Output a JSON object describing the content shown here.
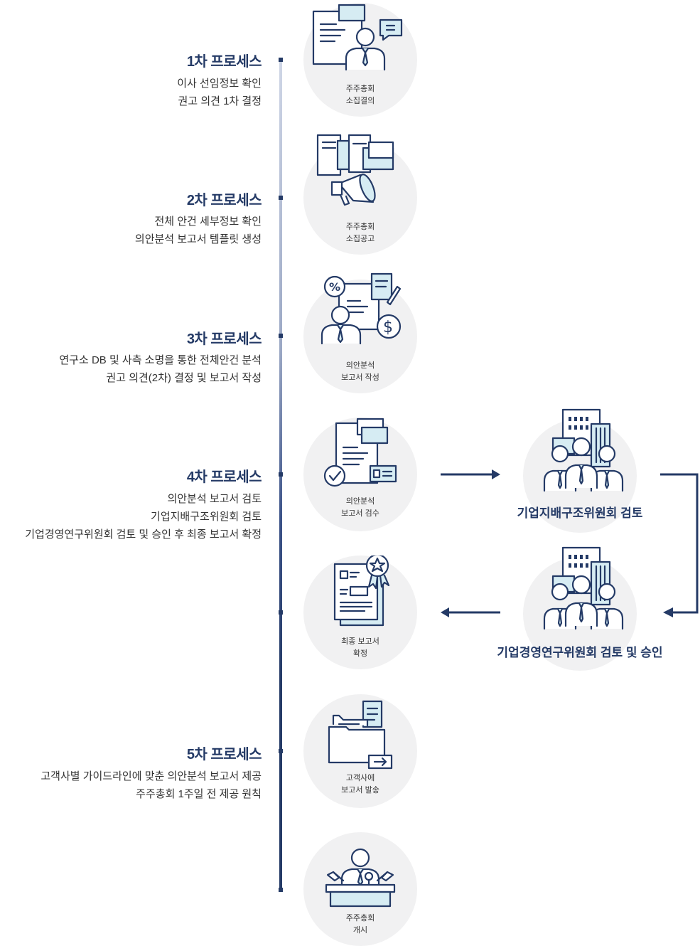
{
  "processes": [
    {
      "title": "1차 프로세스",
      "lines": [
        "이사 선임정보 확인",
        "권고 의견 1차 결정"
      ]
    },
    {
      "title": "2차 프로세스",
      "lines": [
        "전체 안건 세부정보 확인",
        "의안분석 보고서 템플릿 생성"
      ]
    },
    {
      "title": "3차 프로세스",
      "lines": [
        "연구소 DB 및 사측 소명을 통한 전체안건 분석",
        "권고 의견(2차) 결정 및 보고서 작성"
      ]
    },
    {
      "title": "4차 프로세스",
      "lines": [
        "의안분석 보고서 검토",
        "기업지배구조위원회 검토",
        "기업경영연구위원회 검토 및 승인 후 최종 보고서 확정"
      ]
    },
    {
      "title": "5차 프로세스",
      "lines": [
        "고객사별 가이드라인에 맞춘 의안분석 보고서 제공",
        "주주총회 1주일 전 제공 원칙"
      ]
    }
  ],
  "steps": [
    {
      "label": [
        "주주총회",
        "소집결의"
      ],
      "icon": "person-document-icon"
    },
    {
      "label": [
        "주주총회",
        "소집공고"
      ],
      "icon": "megaphone-icon"
    },
    {
      "label": [
        "의안분석",
        "보고서 작성"
      ],
      "icon": "analyst-icon"
    },
    {
      "label": [
        "의안분석",
        "보고서 검수"
      ],
      "icon": "document-check-icon"
    },
    {
      "label": [
        "최종 보고서",
        "확정"
      ],
      "icon": "certificate-icon"
    },
    {
      "label": [
        "고객사에",
        "보고서 발송"
      ],
      "icon": "folder-send-icon"
    },
    {
      "label": [
        "주주총회",
        "개시"
      ],
      "icon": "podium-icon"
    }
  ],
  "committees": [
    {
      "label": "기업지배구조위원회 검토",
      "icon": "committee-group-icon"
    },
    {
      "label": "기업경영연구위원회 검토 및 승인",
      "icon": "committee-group-icon"
    }
  ],
  "colors": {
    "navy": "#243a66",
    "light_blue": "#d6ecf3",
    "circle_bg": "#f1f1f2",
    "line_light": "#c9d2e3"
  }
}
